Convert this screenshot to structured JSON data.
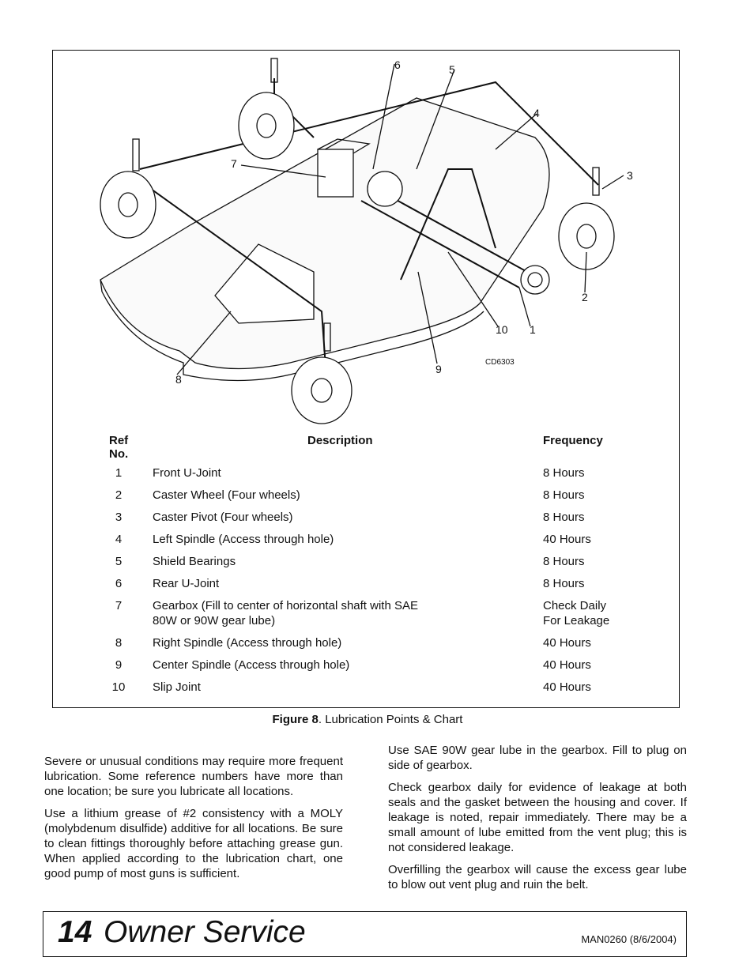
{
  "figure": {
    "callouts": [
      "1",
      "2",
      "3",
      "4",
      "5",
      "6",
      "7",
      "8",
      "9",
      "10"
    ],
    "drawing_code": "CD6303",
    "caption_label": "Figure 8",
    "caption_text": ". Lubrication Points & Chart"
  },
  "chart": {
    "headers": {
      "ref": "Ref No.",
      "description": "Description",
      "frequency": "Frequency"
    },
    "rows": [
      {
        "ref": "1",
        "description": "Front U-Joint",
        "frequency": "8 Hours"
      },
      {
        "ref": "2",
        "description": "Caster Wheel (Four wheels)",
        "frequency": "8 Hours"
      },
      {
        "ref": "3",
        "description": "Caster Pivot (Four wheels)",
        "frequency": "8 Hours"
      },
      {
        "ref": "4",
        "description": "Left Spindle (Access through hole)",
        "frequency": "40 Hours"
      },
      {
        "ref": "5",
        "description": "Shield Bearings",
        "frequency": "8 Hours"
      },
      {
        "ref": "6",
        "description": "Rear U-Joint",
        "frequency": "8 Hours"
      },
      {
        "ref": "7",
        "description": "Gearbox (Fill to center of horizontal shaft with SAE 80W or 90W gear lube)",
        "frequency": "Check Daily For Leakage"
      },
      {
        "ref": "8",
        "description": "Right Spindle (Access through hole)",
        "frequency": "40 Hours"
      },
      {
        "ref": "9",
        "description": "Center Spindle (Access through hole)",
        "frequency": "40 Hours"
      },
      {
        "ref": "10",
        "description": "Slip Joint",
        "frequency": "40 Hours"
      }
    ]
  },
  "body": {
    "left": [
      "Severe or unusual conditions may require more frequent lubrication. Some reference numbers have more than one location; be sure you lubricate all locations.",
      "Use a lithium grease of #2 consistency with a MOLY (molybdenum disulfide) additive for all locations. Be sure to clean fittings thoroughly before attaching grease gun. When applied according to the lubrication chart, one good pump of most guns is sufficient."
    ],
    "right": [
      "Use SAE 90W gear lube in the gearbox. Fill to plug on side of gearbox.",
      "Check gearbox daily for evidence of leakage at both seals and the gasket between the housing and cover. If leakage is noted, repair immediately. There may be a small amount of lube emitted from the vent plug; this is not considered leakage.",
      "Overfilling the gearbox will cause the excess gear lube to blow out vent plug and ruin the belt."
    ]
  },
  "footer": {
    "page_number": "14",
    "section": "Owner Service",
    "doc_id": "MAN0260 (8/6/2004)"
  }
}
